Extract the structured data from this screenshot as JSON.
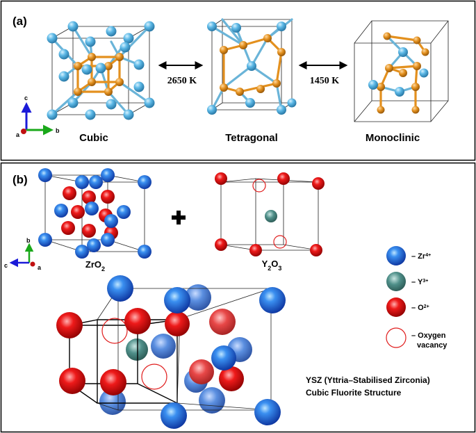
{
  "panel_a": {
    "label": "(a)",
    "structures": [
      {
        "name": "Cubic"
      },
      {
        "name": "Tetragonal"
      },
      {
        "name": "Monoclinic"
      }
    ],
    "transitions": [
      "2650 K",
      "1450 K"
    ],
    "axes": {
      "a": "a",
      "b": "b",
      "c": "c"
    }
  },
  "panel_b": {
    "label": "(b)",
    "zro2": {
      "base": "ZrO",
      "sub": "2"
    },
    "plus": "+",
    "y2o3": {
      "p1": "Y",
      "s1": "2",
      "p2": "O",
      "s2": "3"
    },
    "axes": {
      "a": "a",
      "b": "b",
      "c": "c"
    },
    "legend": [
      {
        "color": "#1e5fd6",
        "text": "– Zr",
        "sup": "4+"
      },
      {
        "color": "#4a8a84",
        "text": "– Y",
        "sup": "3+"
      },
      {
        "color": "#e01c1c",
        "text": "– O",
        "sup": "2+"
      },
      {
        "color": "none",
        "text": "– Oxygen",
        "text2": "vacancy",
        "sup": ""
      }
    ],
    "ysz_title": "YSZ (Yttria–Stabilised Zirconia)",
    "ysz_subtitle": "Cubic Fluorite Structure"
  },
  "colors": {
    "zr_teal": "#56b4e0",
    "o_orange": "#e3901e",
    "zr_blue": "#1e5fd6",
    "y_teal": "#4a8a84",
    "o_red": "#e01c1c",
    "vacancy": "#e01c1c"
  }
}
